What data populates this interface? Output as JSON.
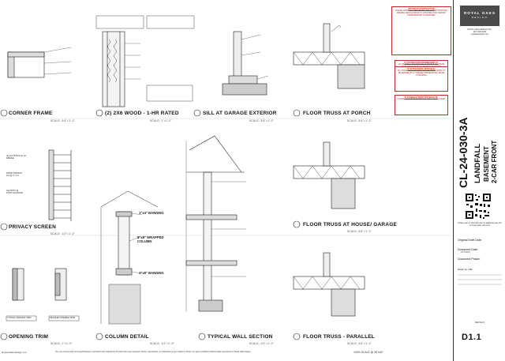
{
  "details": [
    {
      "label": "CORNER FRAME",
      "scale": "SCALE: 3/4\"=1'-0\""
    },
    {
      "label": "(2) 2X6 WOOD - 1-HR RATED",
      "scale": "SCALE: 1\"=1'-0\""
    },
    {
      "label": "SILL AT GARAGE EXTERIOR",
      "scale": "SCALE: 3/4\"=1'-0\""
    },
    {
      "label": "FLOOR TRUSS AT PORCH",
      "scale": "SCALE: 3/4\"=1'-0\""
    },
    {
      "label": "PRIVACY SCREEN",
      "scale": "SCALE: 1/2\"=1'-0\""
    },
    {
      "label": "FLOOR TRUSS AT HOUSE/ GARAGE",
      "scale": "SCALE: 3/4\"=1'-0\""
    },
    {
      "label": "OPENING TRIM",
      "scale": "SCALE: 1\"=1'-0\""
    },
    {
      "label": "COLUMN DETAIL",
      "scale": "SCALE: 1/2\"=1'-0\""
    },
    {
      "label": "TYPICAL WALL SECTION",
      "scale": "SCALE: 1/2\"=1'-0\""
    },
    {
      "label": "FLOOR TRUSS - PARALLEL",
      "scale": "SCALE: 3/4\"=1'-0\""
    }
  ],
  "callouts": {
    "column_1": "1\"x4\" BANDING",
    "column_2": "8\"x8\" WRAPPED\nCOLUMN",
    "column_3": "1\"x8\" BANDING",
    "opening_a": "TYPICAL OPENING TRIM",
    "opening_b": "DETAILED OPENING TRIM",
    "privacy_a": "(1) 2x4 POSTS @ 16\"\nWEDGE",
    "privacy_b": "WOOD PICKETS\n1x4 @ 4\" O.C.",
    "privacy_c": "4x4 POST @\nPOST LOCATION"
  },
  "notices": [
    {
      "title": "NOTICE TO CONTRACTOR",
      "body": "PLEASE VERIFY ALL DIMENSIONS, FIELD CONDITIONS AND FRAMING DETAILS PRIOR TO CONSTRUCTION. REPORT DISCREPANCIES TO DESIGNER."
    },
    {
      "title": "IF FOUNDATION ENGINEERING IS:",
      "body": "ALL BEARING FOUNDATIONS, FOOTINGS AND PIERS TO BE DESIGNED BY A LICENSED ENGINEER."
    },
    {
      "title": "IF STRUCTURAL NOTICE IS:",
      "body": "ALL STRUCTURAL FRAMING AND HEADERS SIZING TO BE VERIFIED BY A LICENSED PROFESSIONAL PRIOR TO FRAMING."
    },
    {
      "title": "IF FLEXIBLE FRONT SETBACK IS:",
      "body": "CHANGES MAY BE REQUIRED TO MEET LOCAL CODES."
    }
  ],
  "title_block": {
    "logo_line1": "ROYAL OAKS",
    "logo_line2": "DESIGN",
    "address": "ROYAL OAKS DESIGN, INC.\n(817) 000-0000\nroyaloaksdesign.com",
    "plan_id": "CL-24-030-3A",
    "plan_name": "LANDFALL",
    "plan_sub1": "BASEMENT",
    "plan_sub2": "2-CAR FRONT",
    "qr_note": "Please scan or click QR code for additional plan info or house plans and more",
    "original_draft_label": "Original Draft Date:",
    "document_date_label": "Document Date:",
    "document_date": "1/17/2024",
    "document_phase_label": "Document Phase:",
    "drawn_by_label": "Drawn by: AJR",
    "sheet_title": "DETAILS",
    "sheet_number": "D1.1"
  },
  "footer": {
    "company": "Royal Oaks Design, Inc.",
    "disclaimer": "The use of these plans and specifications is restricted to the original site for which they were prepared. Reuse, reproduction, or publication by any method in whole or in part is prohibited without written permission of Royal Oaks Design.",
    "scale_text": "100% SCALE @ 36\"x24\""
  }
}
